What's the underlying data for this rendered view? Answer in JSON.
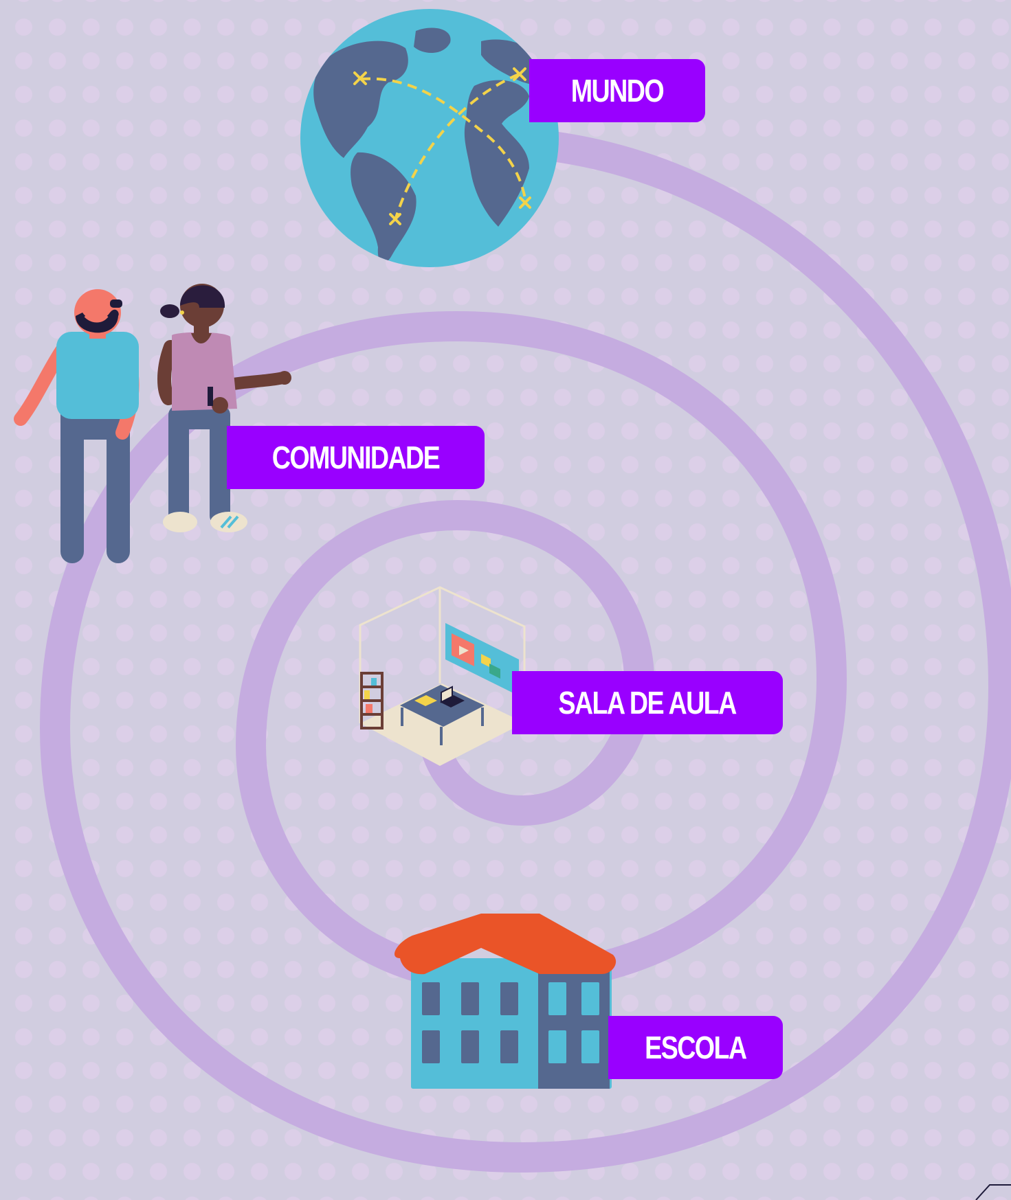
{
  "labels": {
    "mundo": "MUNDO",
    "comunidade": "COMUNIDADE",
    "sala_de_aula": "SALA DE AULA",
    "escola": "ESCOLA"
  },
  "colors": {
    "background": "#d1cde0",
    "spiral": "#c5ace0",
    "label": "#9900ff",
    "ocean": "#54bed8",
    "land": "#55688f",
    "route": "#f3d34a",
    "roof": "#ea5428",
    "building": "#54bed8"
  }
}
